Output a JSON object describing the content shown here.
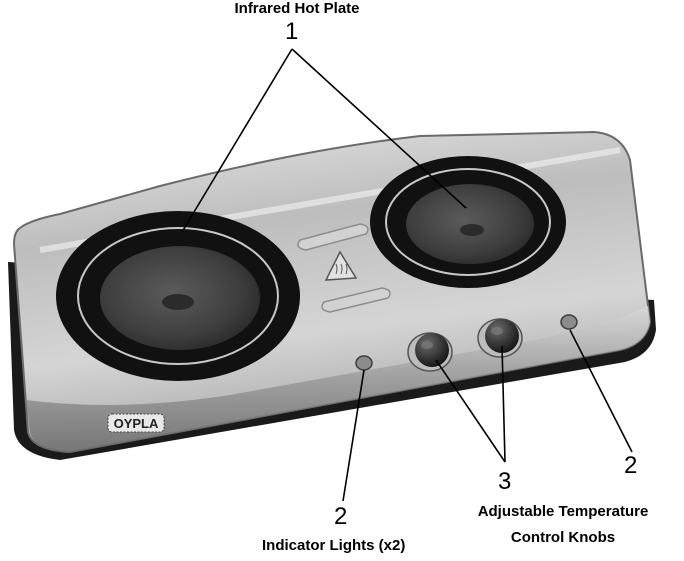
{
  "title": "Infrared Hot Plate",
  "callouts": {
    "one": "1",
    "two_left": "2",
    "two_right": "2",
    "three": "3"
  },
  "labels": {
    "indicator_lights": "Indicator Lights (x2)",
    "adjustable_line1": "Adjustable Temperature",
    "adjustable_line2": "Control Knobs"
  },
  "brand": "OYPLA",
  "hazard_symbol": "hot-surface-warning-icon"
}
